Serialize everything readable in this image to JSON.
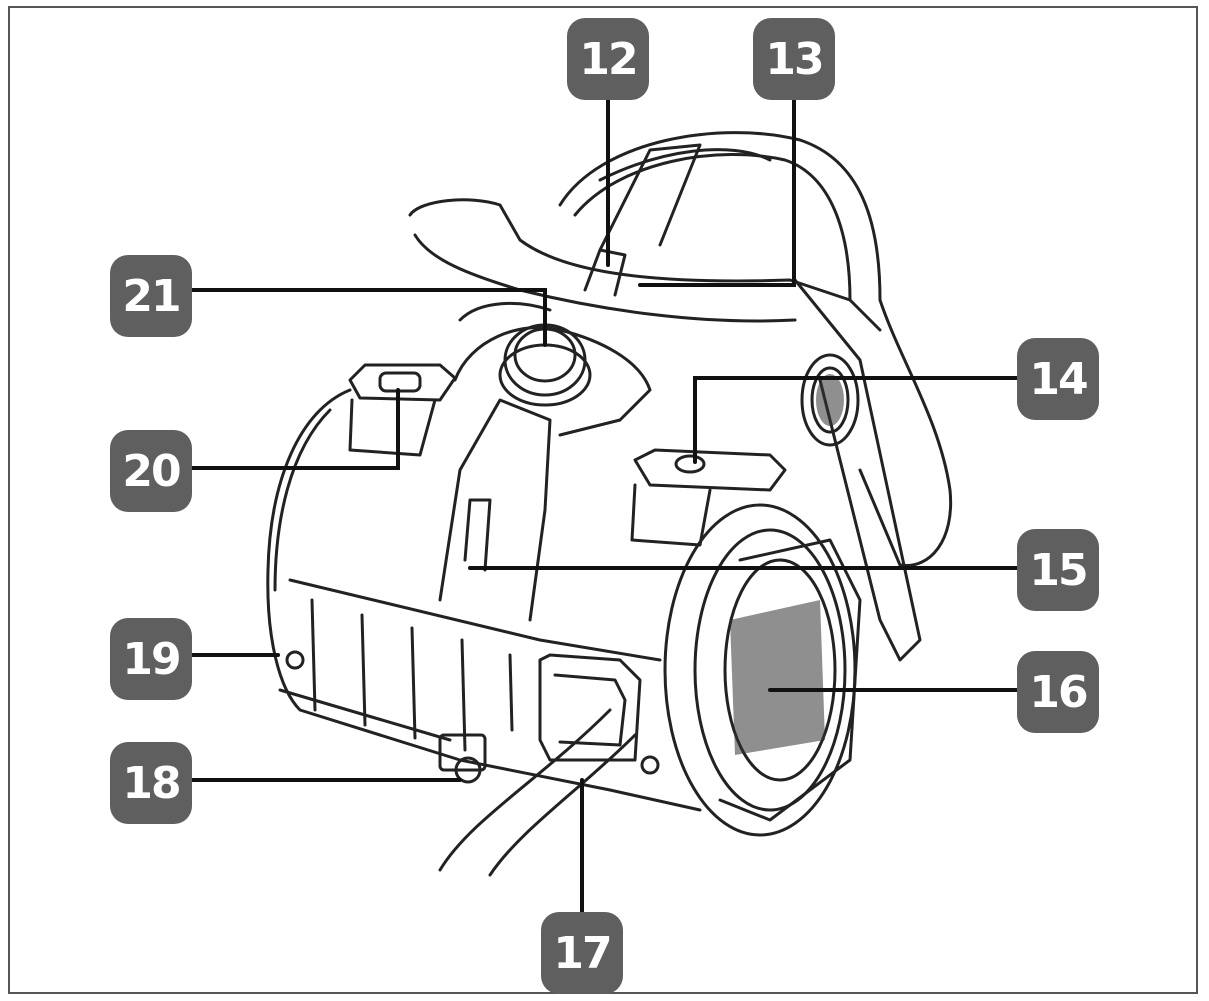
{
  "callouts": {
    "c12": "12",
    "c13": "13",
    "c14": "14",
    "c15": "15",
    "c16": "16",
    "c17": "17",
    "c18": "18",
    "c19": "19",
    "c20": "20",
    "c21": "21"
  },
  "colors": {
    "callout_fill": "#5f5f5f",
    "callout_text": "#ffffff",
    "line": "#111111"
  }
}
